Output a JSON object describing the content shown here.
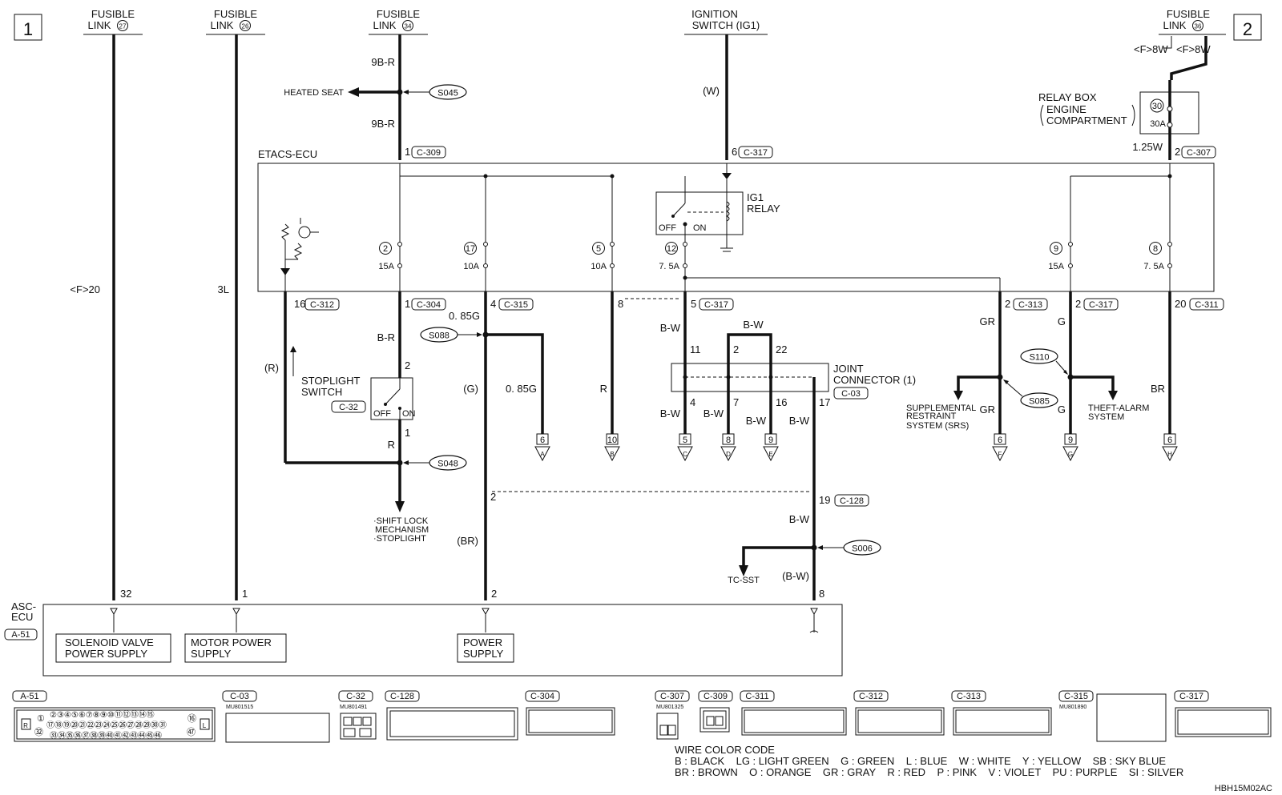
{
  "page": {
    "section_left": "1",
    "section_right": "2",
    "drawing_code": "HBH15M02AC"
  },
  "sources": {
    "fl27": {
      "line1": "FUSIBLE",
      "line2": "LINK",
      "num": "27"
    },
    "fl26": {
      "line1": "FUSIBLE",
      "line2": "LINK",
      "num": "26"
    },
    "fl34": {
      "line1": "FUSIBLE",
      "line2": "LINK",
      "num": "34"
    },
    "ign": {
      "line1": "IGNITION",
      "line2": "SWITCH (IG1)"
    },
    "fl36": {
      "line1": "FUSIBLE",
      "line2": "LINK",
      "num": "36"
    }
  },
  "wires": {
    "w9br_a": "9B-R",
    "w9br_b": "9B-R",
    "heated_seat": "HEATED SEAT",
    "ign_w": "(W)",
    "f8w_a": "<F>8W",
    "f8w_b": "<F>8W",
    "f20": "<F>20",
    "w3l": "3L",
    "w125w": "1.25W",
    "wr_paren": "(R)",
    "wbr_a": "B-R",
    "w085g_a": "0. 85G",
    "w085g_b": "0. 85G",
    "wg_paren": "(G)",
    "wr_a": "R",
    "wr_b": "R",
    "wbw_a": "B-W",
    "wbw_top": "B-W",
    "wbw_4": "B-W",
    "wbw_7": "B-W",
    "wbw_16": "B-W",
    "wbw_17": "B-W",
    "wbw_19": "B-W",
    "wbw_paren": "(B-W)",
    "wgr_a": "GR",
    "wgr_b": "GR",
    "wg_a": "G",
    "wg_b": "G",
    "wbr_br": "BR",
    "wbr_paren": "(BR)"
  },
  "splices": {
    "s045": "S045",
    "s088": "S088",
    "s048": "S048",
    "s085": "S085",
    "s110": "S110",
    "s006": "S006"
  },
  "etacs": {
    "title": "ETACS-ECU",
    "fuses": [
      {
        "num": "2",
        "rating": "15A"
      },
      {
        "num": "17",
        "rating": "10A"
      },
      {
        "num": "5",
        "rating": "10A"
      },
      {
        "num": "12",
        "rating": "7. 5A"
      },
      {
        "num": "9",
        "rating": "15A"
      },
      {
        "num": "8",
        "rating": "7. 5A"
      }
    ],
    "ig1_relay_line1": "IG1",
    "ig1_relay_line2": "RELAY",
    "relay_off": "OFF",
    "relay_on": "ON"
  },
  "relay_box": {
    "line1": "RELAY BOX",
    "line2": "ENGINE",
    "line3": "COMPARTMENT",
    "fuse_num": "30",
    "fuse_rating": "30A"
  },
  "pins": {
    "p1_c309": "1",
    "c309": "C-309",
    "p6_c317": "6",
    "c317_top": "C-317",
    "p2_c307": "2",
    "c307": "C-307",
    "p16_c312": "16",
    "c312": "C-312",
    "p1_c304": "1",
    "c304": "C-304",
    "p4_c315": "4",
    "c315": "C-315",
    "p8": "8",
    "p5_c317": "5",
    "c317_mid": "C-317",
    "p2_c313": "2",
    "c313": "C-313",
    "p2_c317": "2",
    "c317_right": "C-317",
    "p20_c311": "20",
    "c311": "C-311",
    "ss_top": "2",
    "ss_bot": "1",
    "j11": "11",
    "j2": "2",
    "j22": "22",
    "j4": "4",
    "j7": "7",
    "j16": "16",
    "j17": "17",
    "p19_c128": "19",
    "c128": "C-128",
    "p2_dash": "2",
    "a32": "32",
    "a1": "1",
    "a2": "2",
    "a8": "8"
  },
  "components": {
    "stoplight_line1": "STOPLIGHT",
    "stoplight_line2": "SWITCH",
    "stoplight_conn": "C-32",
    "ss_off": "OFF",
    "ss_on": "ON",
    "joint_line1": "JOINT",
    "joint_line2": "CONNECTOR (1)",
    "joint_conn": "C-03",
    "shift1": "·SHIFT LOCK",
    "shift2": "MECHANISM",
    "shift3": "·STOPLIGHT",
    "srs1": "SUPPLEMENTAL",
    "srs2": "RESTRAINT",
    "srs3": "SYSTEM (SRS)",
    "theft1": "THEFT-ALARM",
    "theft2": "SYSTEM",
    "tcsst": "TC-SST"
  },
  "terminals": [
    {
      "num": "6",
      "letter": "A"
    },
    {
      "num": "10",
      "letter": "B"
    },
    {
      "num": "5",
      "letter": "C"
    },
    {
      "num": "8",
      "letter": "D"
    },
    {
      "num": "9",
      "letter": "E"
    },
    {
      "num": "6",
      "letter": "F"
    },
    {
      "num": "9",
      "letter": "G"
    },
    {
      "num": "6",
      "letter": "H"
    }
  ],
  "asc": {
    "line1": "ASC-",
    "line2": "ECU",
    "conn": "A-51",
    "sol1": "SOLENOID VALVE",
    "sol2": "POWER SUPPLY",
    "mot1": "MOTOR POWER",
    "mot2": "SUPPLY",
    "pwr1": "POWER",
    "pwr2": "SUPPLY"
  },
  "connectors": [
    {
      "name": "A-51",
      "part": ""
    },
    {
      "name": "C-03",
      "part": "MU801515"
    },
    {
      "name": "C-32",
      "part": "MU801491"
    },
    {
      "name": "C-128",
      "part": ""
    },
    {
      "name": "C-304",
      "part": ""
    },
    {
      "name": "C-307",
      "part": "MU801325"
    },
    {
      "name": "C-309",
      "part": ""
    },
    {
      "name": "C-311",
      "part": ""
    },
    {
      "name": "C-312",
      "part": ""
    },
    {
      "name": "C-313",
      "part": ""
    },
    {
      "name": "C-315",
      "part": "MU801890"
    },
    {
      "name": "C-317",
      "part": ""
    }
  ],
  "a51_pins": {
    "row1": "②③④⑤⑥⑦⑧⑨⑩⑪⑫⑬⑭⑮",
    "row2": "⑰⑱⑲⑳㉑㉒㉓㉔㉕㉖㉗㉘㉙㉚㉛",
    "row3": "㉝㉞㉟㊱㊲㊳㊴㊵㊶㊷㊸㊹㊺㊻",
    "p1": "①",
    "p32": "㉜",
    "p16": "⑯",
    "p47": "㊼",
    "r": "R",
    "l": "L"
  },
  "wire_code": {
    "title": "WIRE COLOR CODE",
    "line1": "B : BLACK    LG : LIGHT GREEN    G : GREEN    L : BLUE    W : WHITE    Y : YELLOW    SB : SKY BLUE",
    "line2": "BR : BROWN    O : ORANGE    GR : GRAY    R : RED    P : PINK    V : VIOLET    PU : PURPLE    SI : SILVER"
  }
}
